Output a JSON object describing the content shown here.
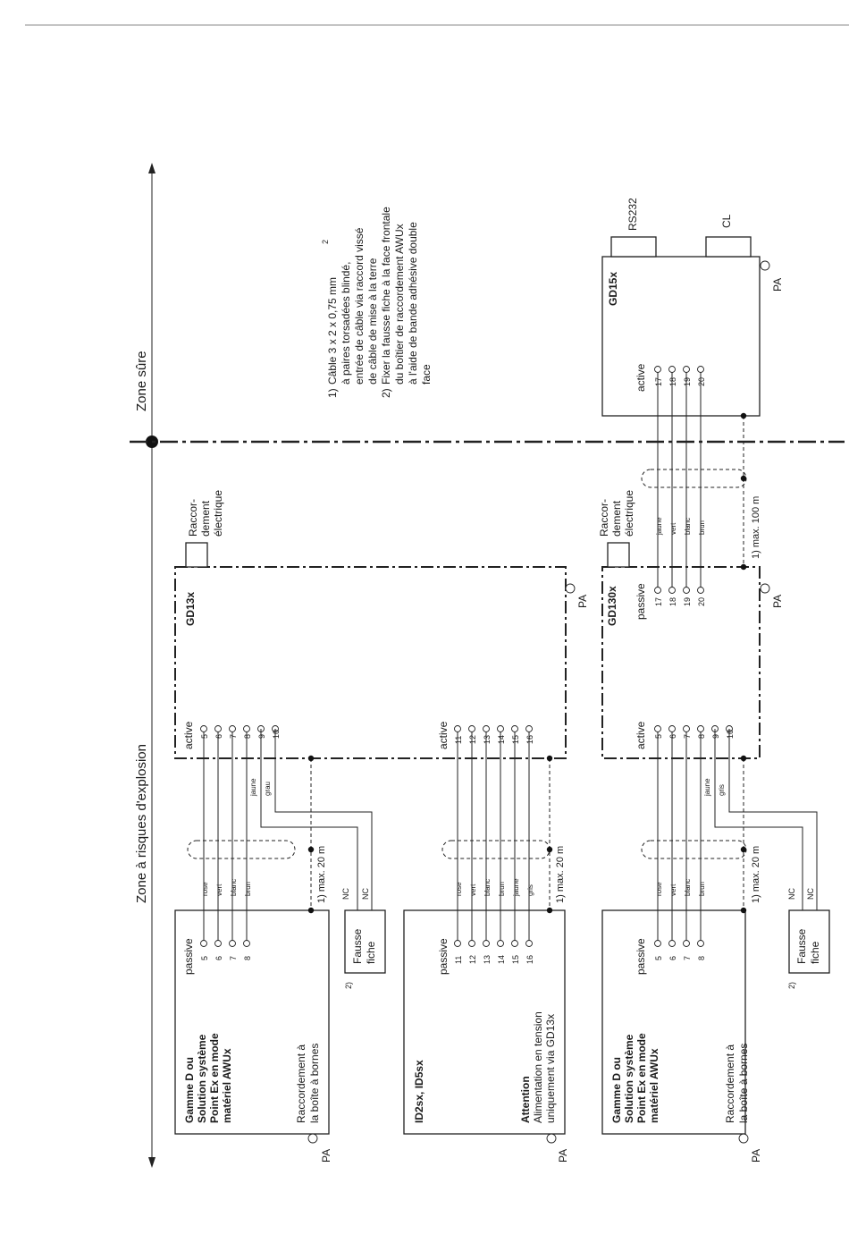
{
  "zones": {
    "hazardous": "Zone à risques d'explosion",
    "safe": "Zone sûre"
  },
  "notes": {
    "n1": [
      "1)",
      "Câble 3 x 2 x 0,75 mm",
      "2",
      "à paires torsadées blindé,",
      "entrée de câble via raccord vissé",
      "de câble de mise à la terre"
    ],
    "n2": [
      "2)",
      "Fixer la fausse fiche à la face frontale",
      "du boîtier de raccordement AWUx",
      "à l'aide de bande adhésive double",
      "face"
    ]
  },
  "common": {
    "pa": "PA",
    "active": "active",
    "passive": "passive",
    "raccordement": [
      "Raccor-",
      "dement",
      "électrique"
    ],
    "max20": "1) max. 20 m",
    "max100": "1) max. 100 m",
    "fausse_fiche": [
      "Fausse",
      "fiche"
    ],
    "fn2": "2)",
    "nc": "NC"
  },
  "devices": {
    "gd13x": "GD13x",
    "gd130x": "GD130x",
    "gd15x": "GD15x",
    "rs232": "RS232",
    "cl": "CL",
    "gamme": [
      "Gamme D ou",
      "Solution système",
      "Point Ex en mode",
      "matériel AWUx"
    ],
    "raccordement_bornes": [
      "Raccordement à",
      "la boîte à bornes"
    ],
    "id2sx": "ID2sx, ID5sx",
    "attention": "Attention",
    "alimentation": [
      "Alimentation en tension",
      "uniquement via GD13x"
    ]
  },
  "terminals": {
    "set1": [
      "5",
      "6",
      "7",
      "8"
    ],
    "set1b": [
      "9",
      "10"
    ],
    "set2": [
      "11",
      "12",
      "13",
      "14",
      "15",
      "16"
    ],
    "set3": [
      "17",
      "18",
      "19",
      "20"
    ]
  },
  "wires": {
    "colors4": [
      "rose",
      "vert",
      "blanc",
      "brun"
    ],
    "colors6": [
      "rose",
      "vert",
      "blanc",
      "brun",
      "jaune",
      "gris"
    ],
    "colors_gd130": [
      "jaune",
      "vert",
      "blanc",
      "brun"
    ],
    "pair_gd13": [
      "jaune",
      "grau"
    ],
    "pair_gd130": [
      "jaune",
      "gris"
    ]
  }
}
